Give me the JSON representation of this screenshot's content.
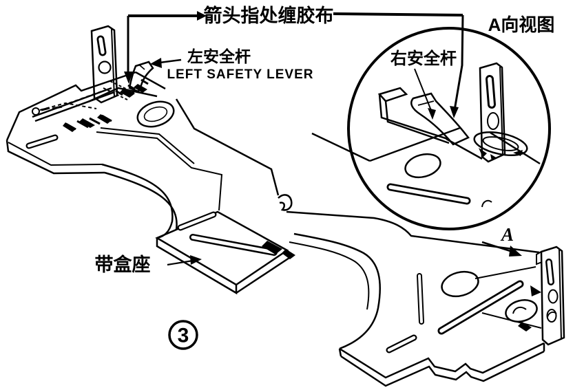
{
  "figure": {
    "banner_note": "箭头指处缠胶布",
    "detail_view_title": "A向视图",
    "right_lever_label": "右安全杆",
    "left_lever_label_zh": "左安全杆",
    "left_lever_label_en": "LEFT SAFETY LEVER",
    "belt_box_seat_label": "带盒座",
    "view_direction_label": "A",
    "figure_number": "3"
  },
  "colors": {
    "ink": "#000000",
    "paper": "#ffffff"
  }
}
